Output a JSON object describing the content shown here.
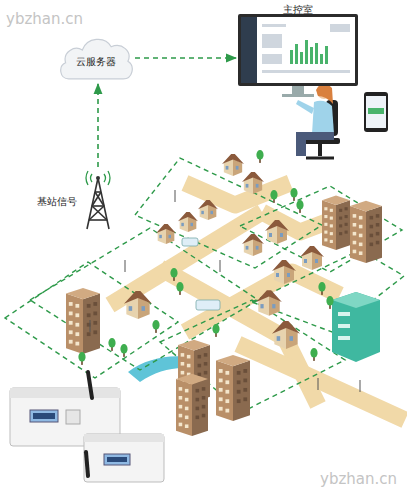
{
  "diagram": {
    "nodes": [
      {
        "text": [
          "主控室"
        ]
      },
      {
        "text": [
          "云服务器"
        ]
      },
      {
        "text": [
          "基站信号"
        ]
      }
    ],
    "edges": [
      {
        "from": 1,
        "to": 0,
        "arrow": "to"
      },
      {
        "from": 2,
        "to": 1,
        "arrow": "to"
      }
    ],
    "labels": [
      "ybzhan.cn",
      "ybzhan.cn"
    ]
  }
}
